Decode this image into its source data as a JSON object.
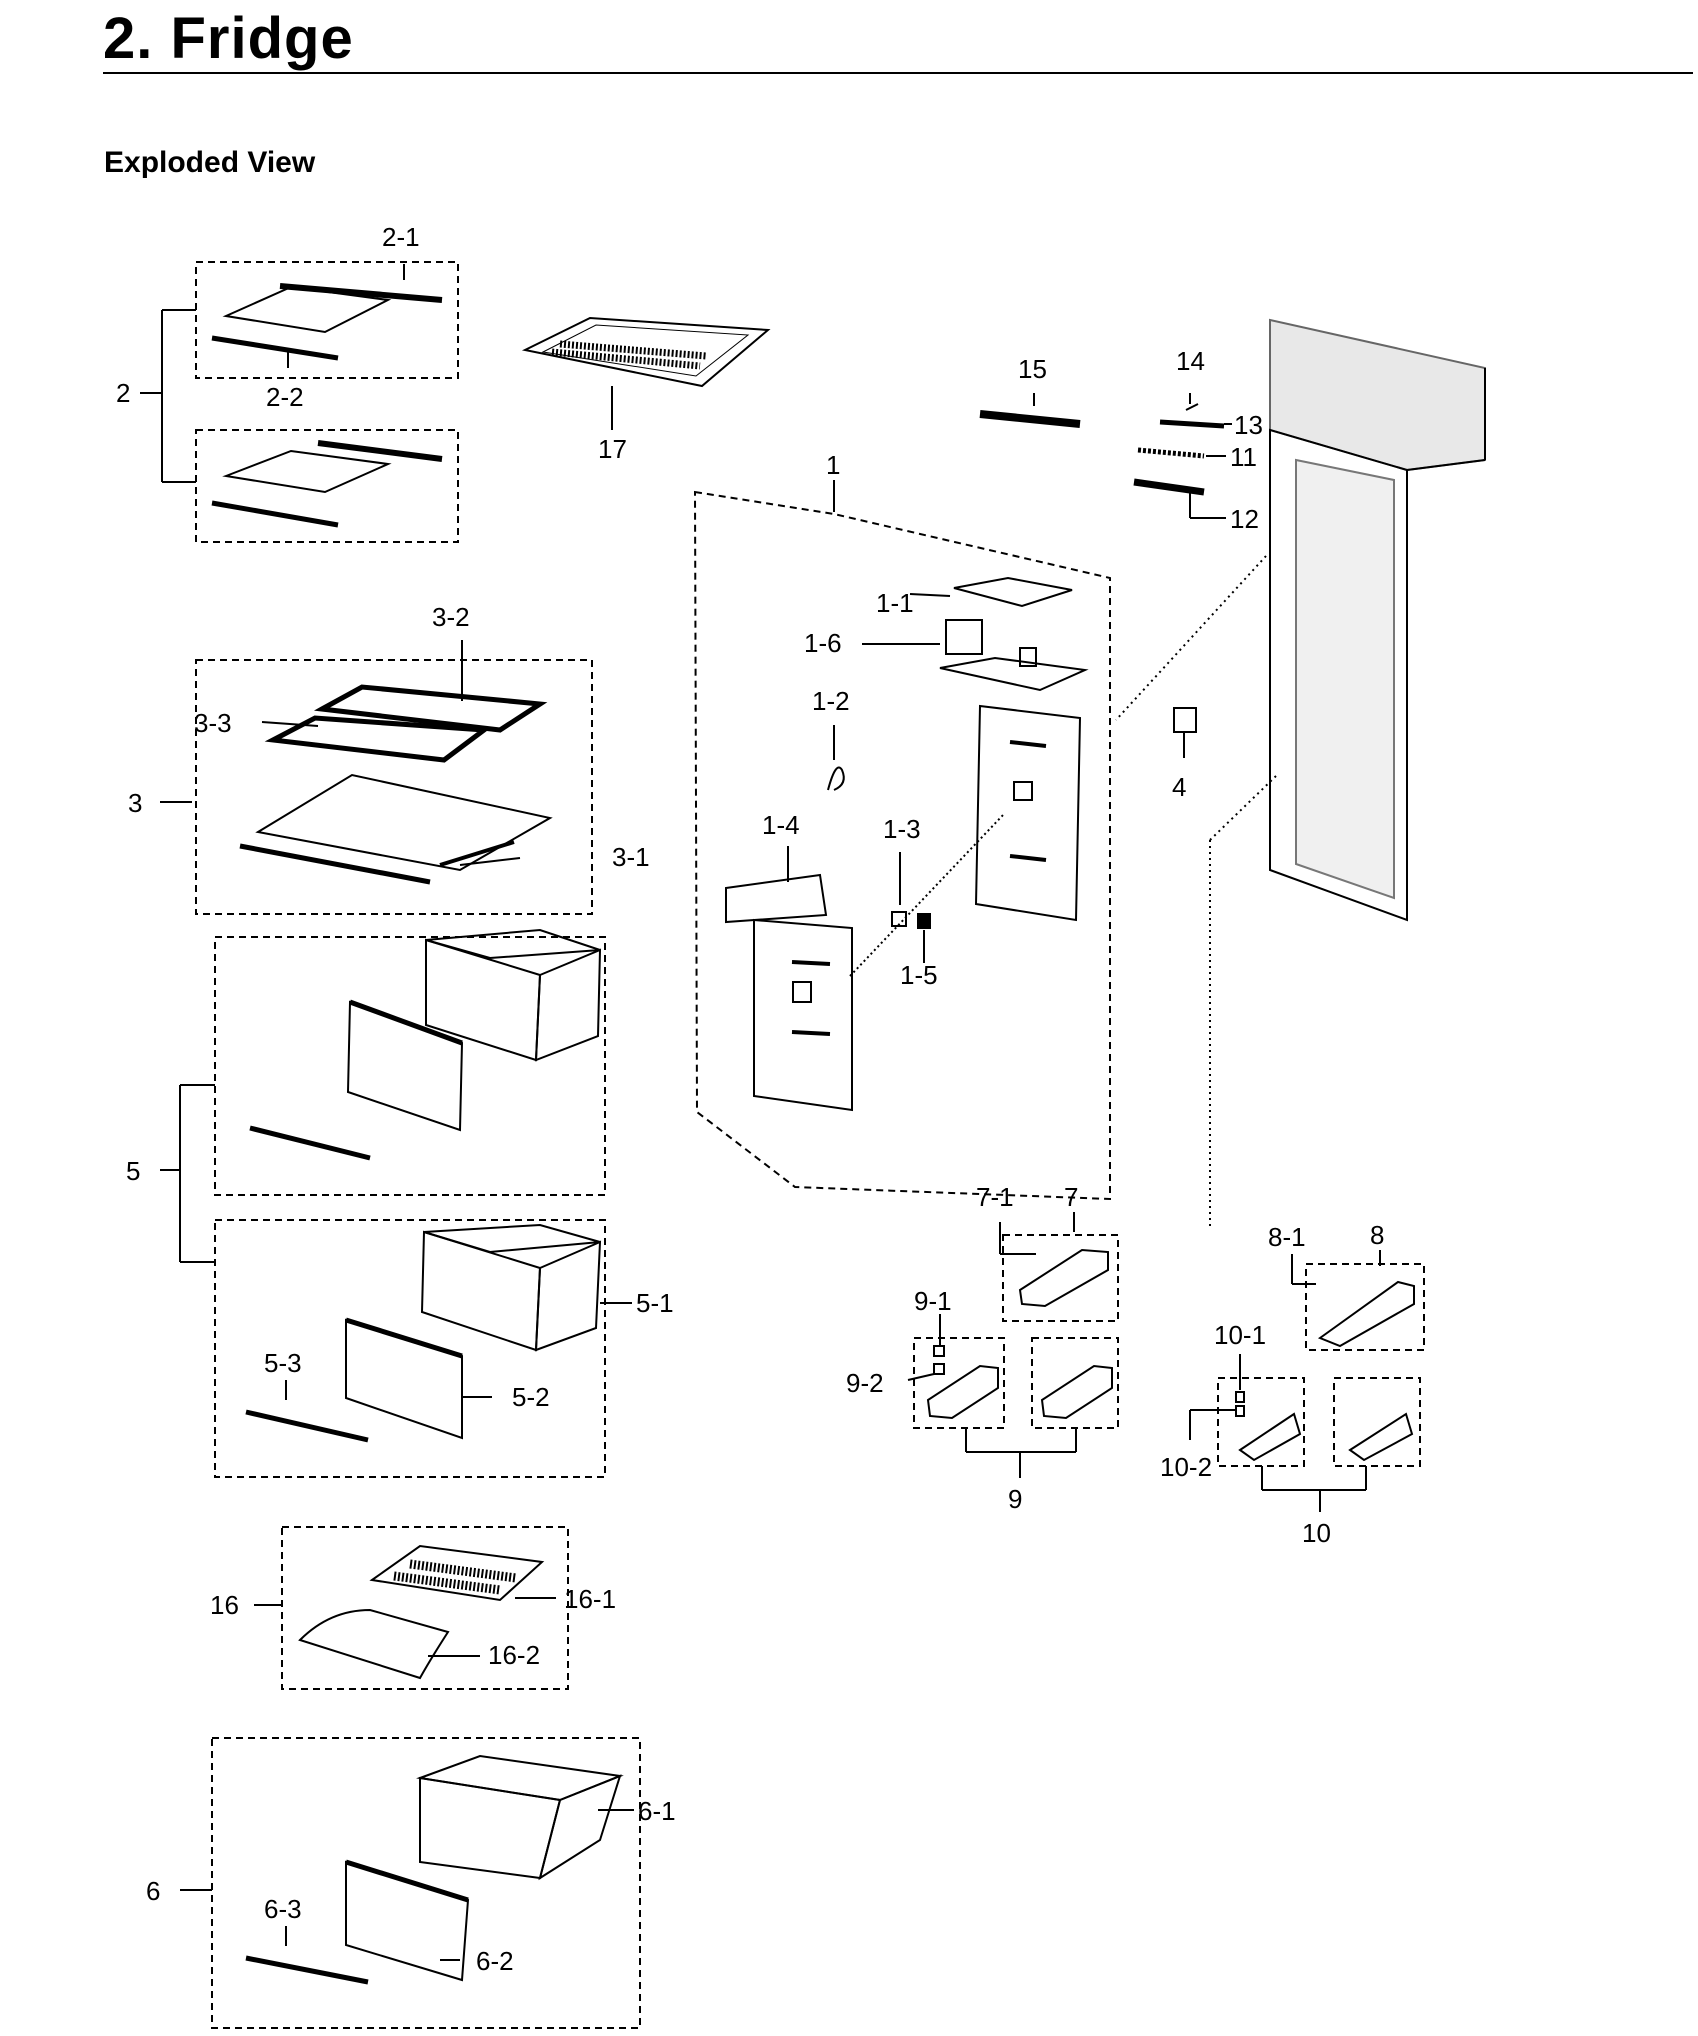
{
  "page": {
    "title": "2.  Fridge",
    "subtitle": "Exploded View"
  },
  "callouts": {
    "c1": "1",
    "c1_1": "1-1",
    "c1_2": "1-2",
    "c1_3": "1-3",
    "c1_4": "1-4",
    "c1_5": "1-5",
    "c1_6": "1-6",
    "c2": "2",
    "c2_1": "2-1",
    "c2_2": "2-2",
    "c3": "3",
    "c3_1": "3-1",
    "c3_2": "3-2",
    "c3_3": "3-3",
    "c4": "4",
    "c5": "5",
    "c5_1": "5-1",
    "c5_2": "5-2",
    "c5_3": "5-3",
    "c6": "6",
    "c6_1": "6-1",
    "c6_2": "6-2",
    "c6_3": "6-3",
    "c7": "7",
    "c7_1": "7-1",
    "c8": "8",
    "c8_1": "8-1",
    "c9": "9",
    "c9_1": "9-1",
    "c9_2": "9-2",
    "c10": "10",
    "c10_1": "10-1",
    "c10_2": "10-2",
    "c11": "11",
    "c12": "12",
    "c13": "13",
    "c14": "14",
    "c15": "15",
    "c16": "16",
    "c16_1": "16-1",
    "c16_2": "16-2",
    "c17": "17"
  }
}
